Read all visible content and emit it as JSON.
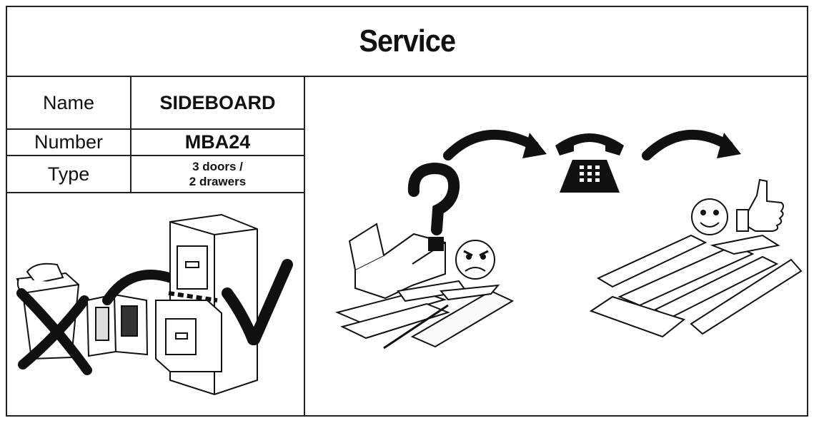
{
  "header": {
    "title": "Service"
  },
  "info_table": {
    "name_label": "Name",
    "name_value": "SIDEBOARD",
    "number_label": "Number",
    "number_value": "MBA24",
    "type_label": "Type",
    "type_value_line1": "3 doors /",
    "type_value_line2": "2 drawers"
  }
}
